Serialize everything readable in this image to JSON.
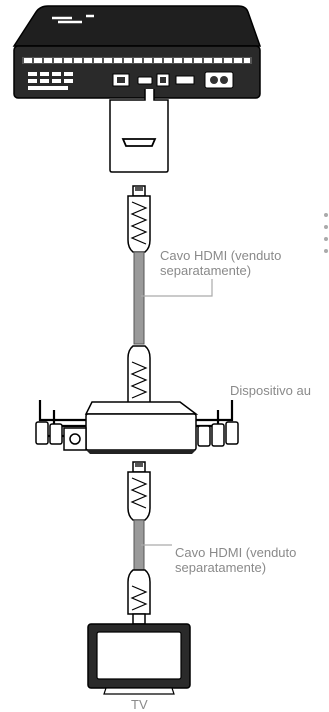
{
  "diagram": {
    "cable_top": {
      "line1": "Cavo HDMI (venduto",
      "line2": "separatamente)"
    },
    "cable_bottom": {
      "line1": "Cavo HDMI (venduto",
      "line2": "separatamente)"
    },
    "audio_device_label": "Dispositivo au",
    "tv_label": "TV"
  }
}
